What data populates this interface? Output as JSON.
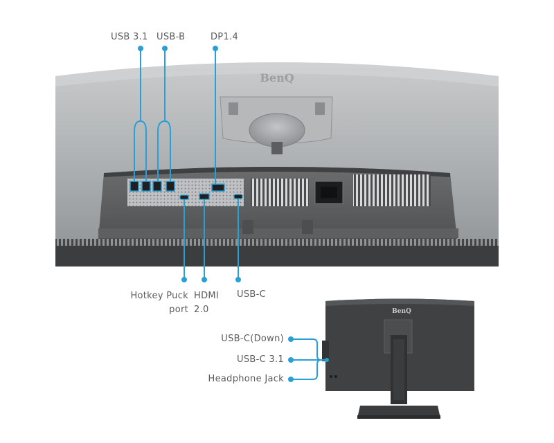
{
  "top_labels": {
    "usb31": "USB 3.1",
    "usbb": "USB-B",
    "dp14": "DP1.4"
  },
  "bottom_labels": {
    "hotkey_line1": "Hotkey Puck",
    "hotkey_line2": "port",
    "hdmi_line1": "HDMI",
    "hdmi_line2": "2.0",
    "usbc": "USB-C"
  },
  "side_labels": {
    "usbc_down": "USB-C(Down)",
    "usbc31": "USB-C 3.1",
    "headphone": "Headphone Jack"
  },
  "brand": {
    "logo_text": "BenQ"
  },
  "colors": {
    "accent": "#2a9fd6",
    "monitor_body": "#a7a9ab",
    "monitor_dark": "#3f4143",
    "port_panel": "#565656"
  }
}
